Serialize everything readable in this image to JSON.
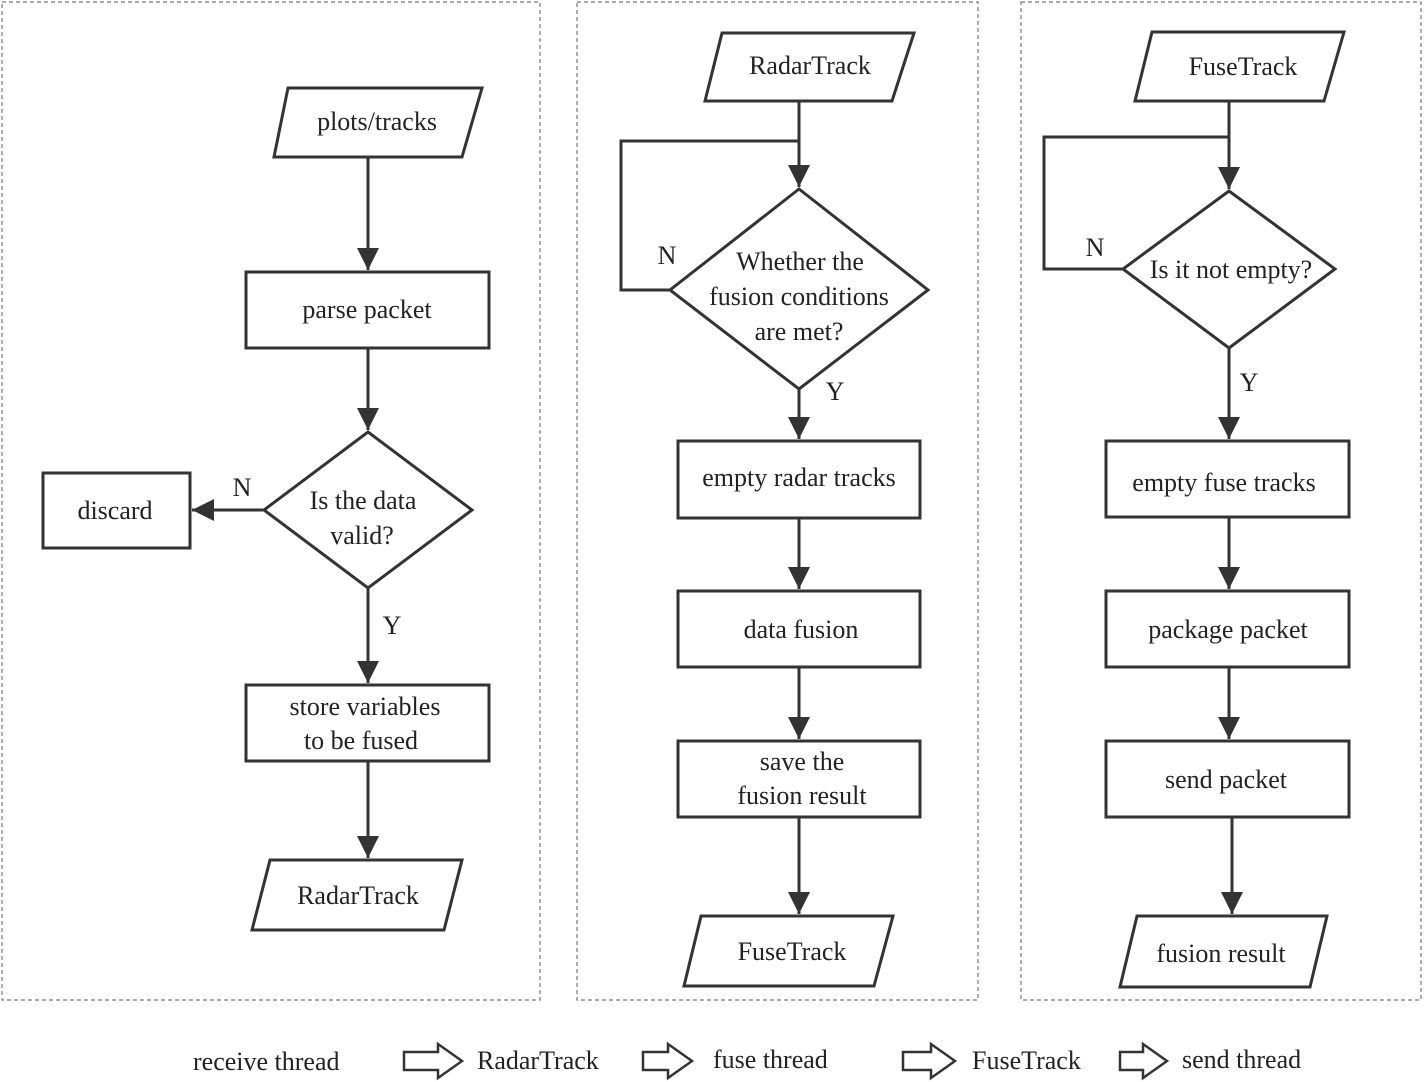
{
  "receive": {
    "input": "plots/tracks",
    "parse": "parse packet",
    "valid_line1": "Is the data",
    "valid_line2": "valid?",
    "discard": "discard",
    "no_label": "N",
    "yes_label": "Y",
    "store_line1": "store variables",
    "store_line2": "to be fused",
    "output": "RadarTrack"
  },
  "fuse": {
    "input": "RadarTrack",
    "cond_line1": "Whether the",
    "cond_line2": "fusion conditions",
    "cond_line3": "are met?",
    "no_label": "N",
    "yes_label": "Y",
    "empty": "empty radar tracks",
    "fusion": "data fusion",
    "save_line1": "save the",
    "save_line2": "fusion result",
    "output": "FuseTrack"
  },
  "send": {
    "input": "FuseTrack",
    "cond": "Is it not empty?",
    "no_label": "N",
    "yes_label": "Y",
    "empty": "empty fuse tracks",
    "package": "package packet",
    "send": "send packet",
    "output": "fusion result"
  },
  "legend": {
    "receive_thread": "receive thread",
    "radar_track": "RadarTrack",
    "fuse_thread": "fuse thread",
    "fuse_track": "FuseTrack",
    "send_thread": "send thread"
  }
}
